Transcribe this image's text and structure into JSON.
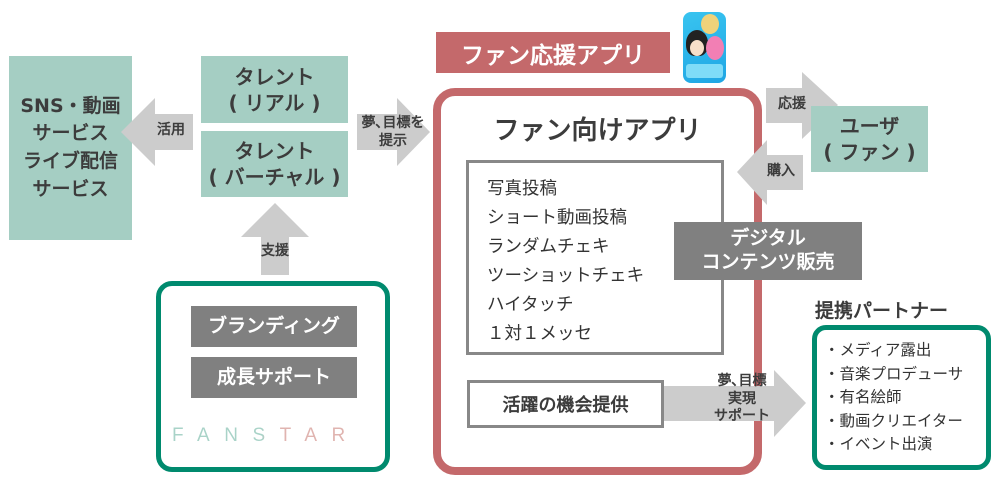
{
  "sns_box": {
    "lines": [
      "SNS・動画",
      "サービス",
      "ライブ配信",
      "サービス"
    ]
  },
  "arrows": {
    "katsuyou": "活用",
    "teiji": [
      "夢､目標を",
      "提示"
    ],
    "shien": "支援",
    "ouen": "応援",
    "kounyu": "購入",
    "jitsugen": [
      "夢､目標",
      "実現",
      "サポート"
    ]
  },
  "talent_real": [
    "タレント",
    "( リアル )"
  ],
  "talent_virtual": [
    "タレント",
    "( バーチャル )"
  ],
  "app_title": "ファン応援アプリ",
  "fan_app": {
    "heading": "ファン向けアプリ",
    "features": [
      "写真投稿",
      "ショート動画投稿",
      "ランダムチェキ",
      "ツーショットチェキ",
      "ハイタッチ",
      "１対１メッセ"
    ],
    "opportunity": "活躍の機会提供"
  },
  "digital": [
    "デジタル",
    "コンテンツ販売"
  ],
  "user_box": [
    "ユーザ",
    "( ファン )"
  ],
  "support_box": {
    "items": [
      "ブランディング",
      "成長サポート"
    ],
    "logo": "FANSTAR"
  },
  "partners": {
    "heading": "提携パートナー",
    "items": [
      "・メディア露出",
      "・音楽プロデューサ",
      "・有名絵師",
      "・動画クリエイター",
      "・イベント出演"
    ]
  },
  "colors": {
    "teal": "#a5cec3",
    "red": "#c4696b",
    "green": "#008a6e",
    "gray": "#808080",
    "arrow": "#cccccc"
  }
}
